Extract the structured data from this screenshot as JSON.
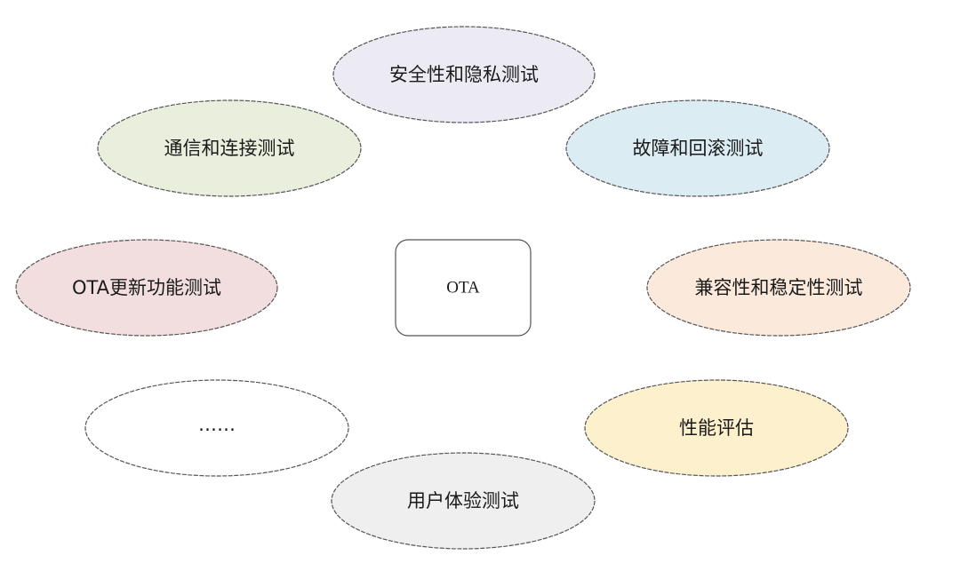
{
  "center": {
    "label": "OTA"
  },
  "nodes": [
    {
      "id": "security",
      "label": "安全性和隐私测试",
      "color": "#ecebf3"
    },
    {
      "id": "communication",
      "label": "通信和连接测试",
      "color": "#e9efdc"
    },
    {
      "id": "fault-rollback",
      "label": "故障和回滚测试",
      "color": "#dcecf3"
    },
    {
      "id": "update-function",
      "label": "OTA更新功能测试",
      "color": "#f2dede"
    },
    {
      "id": "compatibility",
      "label": "兼容性和稳定性测试",
      "color": "#fbe9dc"
    },
    {
      "id": "more",
      "label": "……",
      "color": "#ffffff"
    },
    {
      "id": "performance",
      "label": "性能评估",
      "color": "#fdf0cc"
    },
    {
      "id": "user-experience",
      "label": "用户体验测试",
      "color": "#efefef"
    }
  ]
}
